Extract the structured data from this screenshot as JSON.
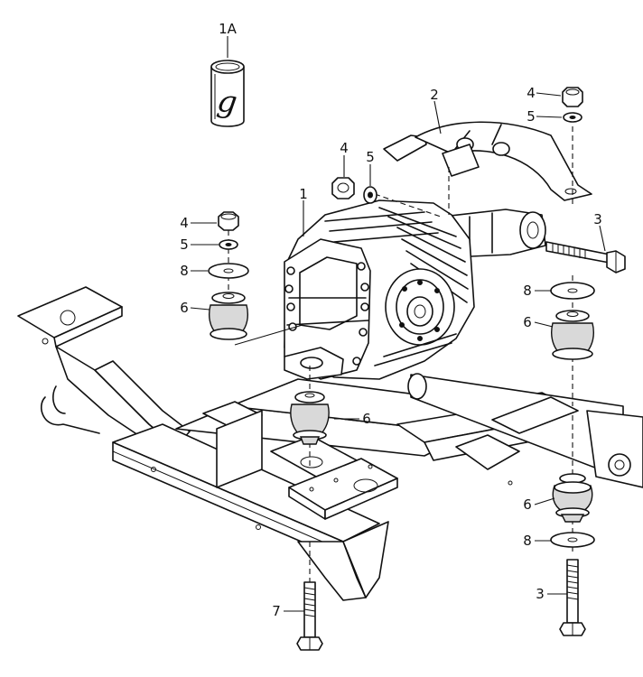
{
  "callouts": {
    "c_1a": "1A",
    "c_1": "1",
    "c_2": "2",
    "c_3a": "3",
    "c_3b": "3",
    "c_4a": "4",
    "c_4b": "4",
    "c_4c": "4",
    "c_5a": "5",
    "c_5b": "5",
    "c_5c": "5",
    "c_6a": "6",
    "c_6b": "6",
    "c_6c": "6",
    "c_6d": "6",
    "c_7": "7",
    "c_8a": "8",
    "c_8b": "8",
    "c_8c": "8"
  },
  "icons": {
    "can": "grease-can-icon",
    "bolt": "bolt-icon",
    "nut": "nut-icon",
    "washer": "washer-icon",
    "mount": "rubber-mount-icon"
  },
  "colors": {
    "ink": "#111111",
    "paper": "#ffffff"
  }
}
